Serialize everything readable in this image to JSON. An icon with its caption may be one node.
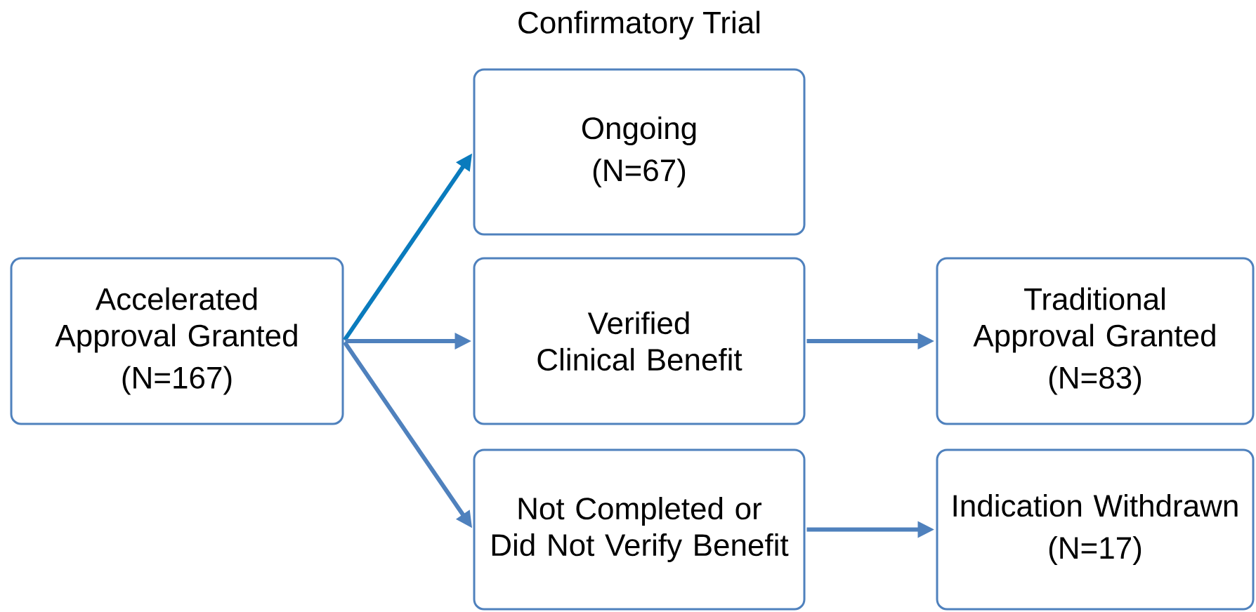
{
  "diagram": {
    "title": "Confirmatory Trial",
    "nodes": [
      {
        "text": [
          "Accelerated Approval Granted",
          "(N=167)"
        ]
      },
      {
        "text": [
          "Ongoing",
          "(N=67)"
        ]
      },
      {
        "text": [
          "Verified Clinical Benefit"
        ]
      },
      {
        "text": [
          "Not Completed or Did Not Verify Benefit"
        ]
      },
      {
        "text": [
          "Traditional Approval Granted",
          "(N=83)"
        ]
      },
      {
        "text": [
          "Indication Withdrawn",
          "(N=17)"
        ]
      }
    ],
    "edges": [
      {
        "from": 0,
        "to": 1,
        "arrow": "to",
        "color": "#0a7bbd"
      },
      {
        "from": 0,
        "to": 2,
        "arrow": "to"
      },
      {
        "from": 0,
        "to": 3,
        "arrow": "to"
      },
      {
        "from": 2,
        "to": 4,
        "arrow": "to"
      },
      {
        "from": 3,
        "to": 5,
        "arrow": "to"
      }
    ]
  }
}
